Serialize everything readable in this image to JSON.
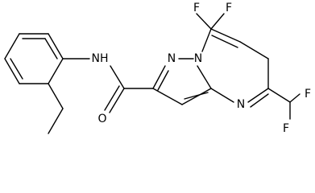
{
  "molecule": {
    "atoms": {
      "F_top_left": "F",
      "F_top_right": "F",
      "N_amide": "NH",
      "N_pyrazole_a": "N",
      "N_bridge": "N",
      "O_carbonyl": "O",
      "N_pyrimidine": "N",
      "F_right": "F",
      "F_bottom": "F"
    }
  }
}
